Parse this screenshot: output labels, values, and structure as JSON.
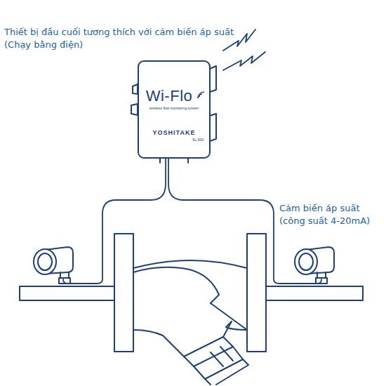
{
  "diagram": {
    "nodes": [
      {
        "text": [
          "Wi-Flo",
          "wireless flow monitoring system",
          "YOSHITAKE",
          "SL-600"
        ]
      }
    ],
    "labels": [
      "Thiết bị đầu cuối tương thích với cảm biến áp suất (Chạy bằng điện)",
      "Cảm biến áp suất (công suất 4-20mA)"
    ]
  }
}
